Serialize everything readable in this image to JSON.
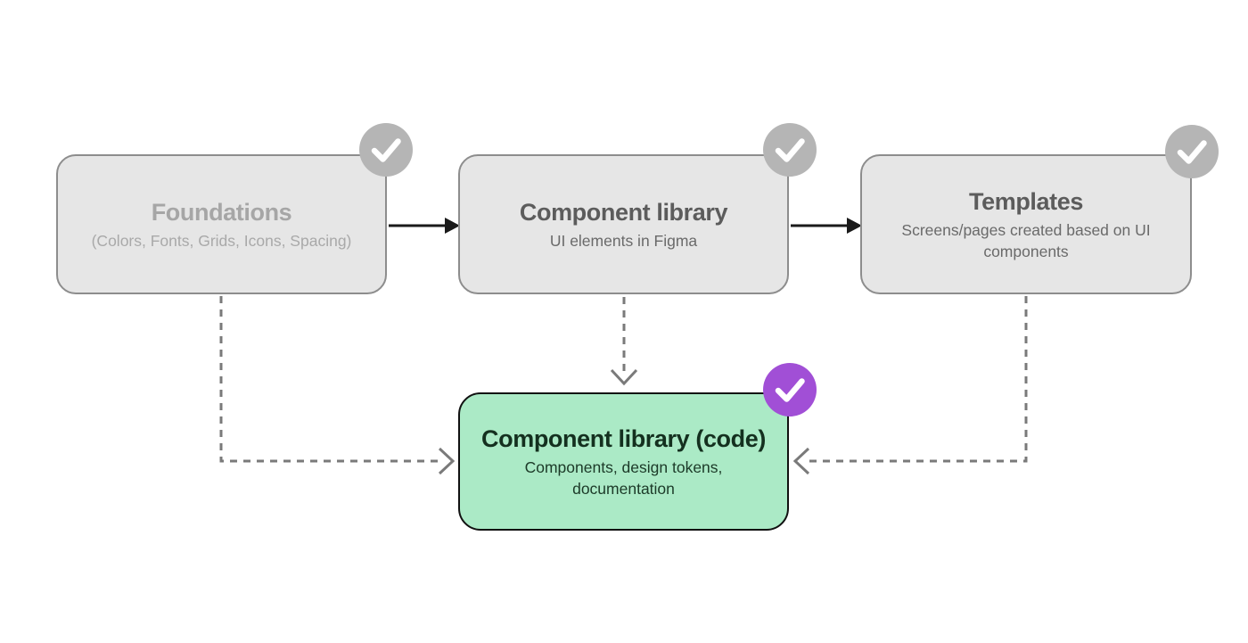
{
  "colors": {
    "canvas-bg": "#ffffff",
    "gray-node-bg": "#e6e6e6",
    "gray-node-border": "#8d8d8d",
    "dim-title": "#a6a6a6",
    "dim-subtitle": "#a9a9a9",
    "gray-title": "#5c5c5c",
    "gray-subtitle": "#6a6a6a",
    "green-node-bg": "#abeac6",
    "green-node-border": "#111111",
    "green-title": "#14301f",
    "green-subtitle": "#1c3a28",
    "badge-gray": "#b5b5b5",
    "badge-purple": "#a14fd6",
    "badge-check": "#ffffff",
    "solid-arrow": "#1a1a1a",
    "dashed-line": "#7a7a7a"
  },
  "nodes": [
    {
      "id": "foundations",
      "title": "Foundations",
      "subtitle": "(Colors, Fonts, Grids, Icons, Spacing)",
      "badge": "checkmark"
    },
    {
      "id": "component-library",
      "title": "Component library",
      "subtitle": "UI elements in Figma",
      "badge": "checkmark"
    },
    {
      "id": "templates",
      "title": "Templates",
      "subtitle": "Screens/pages created based on UI components",
      "badge": "checkmark"
    },
    {
      "id": "component-library-code",
      "title": "Component library (code)",
      "subtitle": "Components, design tokens, documentation",
      "badge": "checkmark"
    }
  ]
}
